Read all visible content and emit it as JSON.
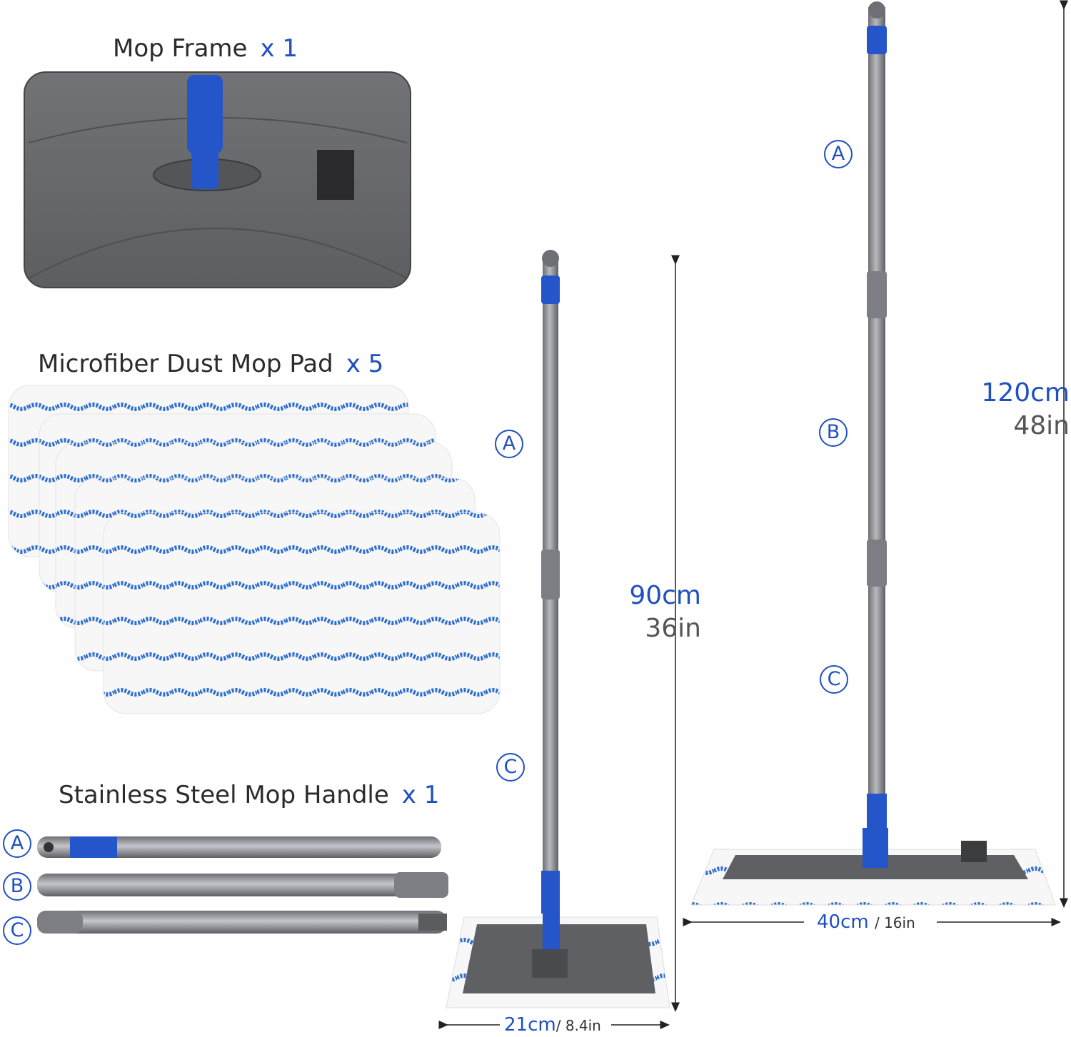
{
  "components": {
    "frame": {
      "label": "Mop Frame",
      "qty": "x 1"
    },
    "pad": {
      "label": "Microfiber Dust Mop Pad",
      "qty": "x 5"
    },
    "handle": {
      "label": "Stainless Steel Mop Handle",
      "qty": "x 1"
    }
  },
  "segments": {
    "a": "A",
    "b": "B",
    "c": "C"
  },
  "dimensions": {
    "short_height_cm": "90cm",
    "short_height_in": "36in",
    "long_height_cm": "120cm",
    "long_height_in": "48in",
    "short_width_cm": "21cm",
    "short_width_in": "/ 8.4in",
    "long_width_cm": "40cm",
    "long_width_in": "/ 16in"
  },
  "colors": {
    "accent": "#1f4fc0",
    "frame": "#6e6f73",
    "pole": "#8a8c91"
  }
}
